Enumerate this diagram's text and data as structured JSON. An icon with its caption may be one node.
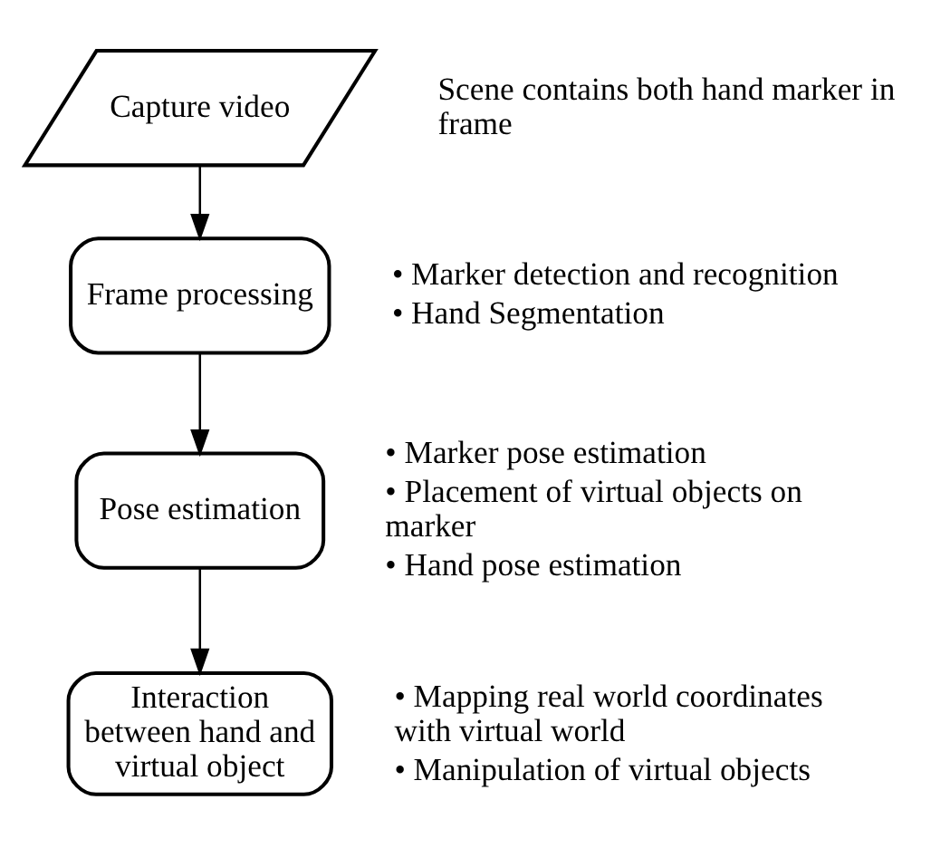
{
  "diagram": {
    "nodes": [
      {
        "text": [
          "Capture video"
        ],
        "beside": [
          "Scene contains both hand marker in frame"
        ]
      },
      {
        "text": [
          "Frame processing"
        ],
        "beside": [
          "• Marker detection and recognition",
          "• Hand Segmentation"
        ]
      },
      {
        "text": [
          "Pose estimation"
        ],
        "beside": [
          "• Marker pose estimation",
          "• Placement of virtual objects on marker",
          "• Hand pose estimation"
        ]
      },
      {
        "text": [
          "Interaction between hand and virtual object"
        ],
        "beside": [
          "• Mapping real world coordinates with virtual world",
          "• Manipulation of virtual objects"
        ]
      }
    ],
    "edges": [
      {
        "from": 0,
        "to": 1,
        "arrow": "to"
      },
      {
        "from": 1,
        "to": 2,
        "arrow": "to"
      },
      {
        "from": 2,
        "to": 3,
        "arrow": "to"
      }
    ]
  }
}
